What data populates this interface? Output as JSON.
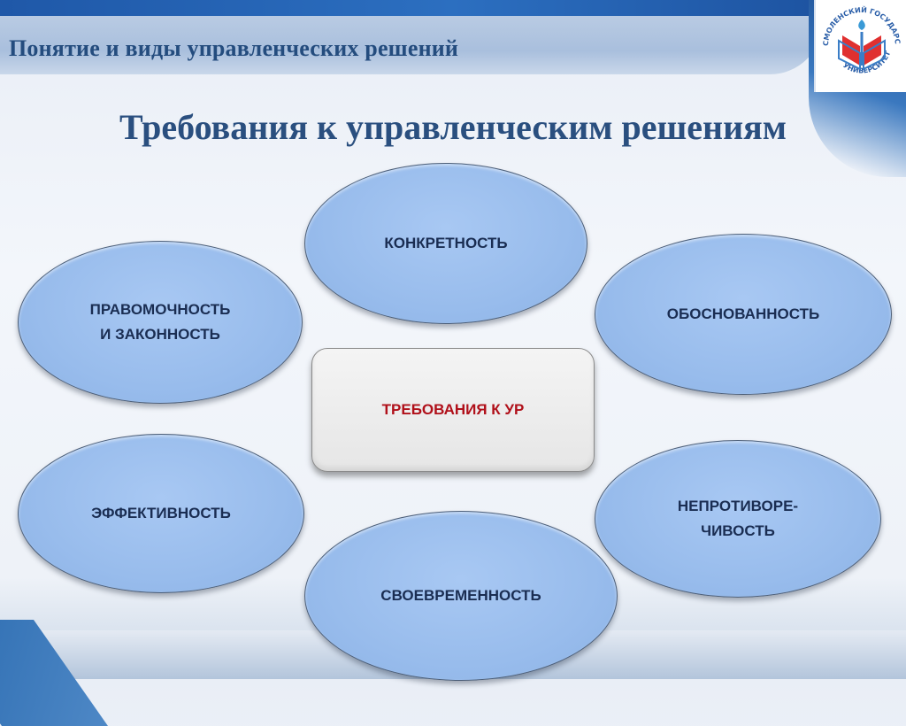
{
  "header": {
    "title": "Понятие и виды управленческих решений",
    "logo_icon": "smolensk-state-university-logo",
    "logo_text": "СМОЛЕНСКИЙ ГОСУДАРСТВЕННЫЙ УНИВЕРСИТЕТ"
  },
  "slide": {
    "title": "Требования к управленческим решениям"
  },
  "diagram": {
    "center": {
      "label": "ТРЕБОВАНИЯ К УР",
      "color": "#b0101a"
    },
    "nodes": [
      {
        "id": "konkretnost",
        "lines": [
          "КОНКРЕТНОСТЬ"
        ]
      },
      {
        "id": "pravomochnost",
        "lines": [
          "ПРАВОМОЧНОСТЬ",
          "И ЗАКОННОСТЬ"
        ]
      },
      {
        "id": "obosnovannost",
        "lines": [
          "ОБОСНОВАННОСТЬ"
        ]
      },
      {
        "id": "effektivnost",
        "lines": [
          "ЭФФЕКТИВНОСТЬ"
        ]
      },
      {
        "id": "neprotivorechivost",
        "lines": [
          "НЕПРОТИВОРЕ-",
          "ЧИВОСТЬ"
        ]
      },
      {
        "id": "svoevremennost",
        "lines": [
          "СВОЕВРЕМЕННОСТЬ"
        ]
      }
    ],
    "colors": {
      "node_fill": "#98bcec",
      "node_text": "#1a2d52",
      "center_fill": "#e9e9e9"
    }
  }
}
